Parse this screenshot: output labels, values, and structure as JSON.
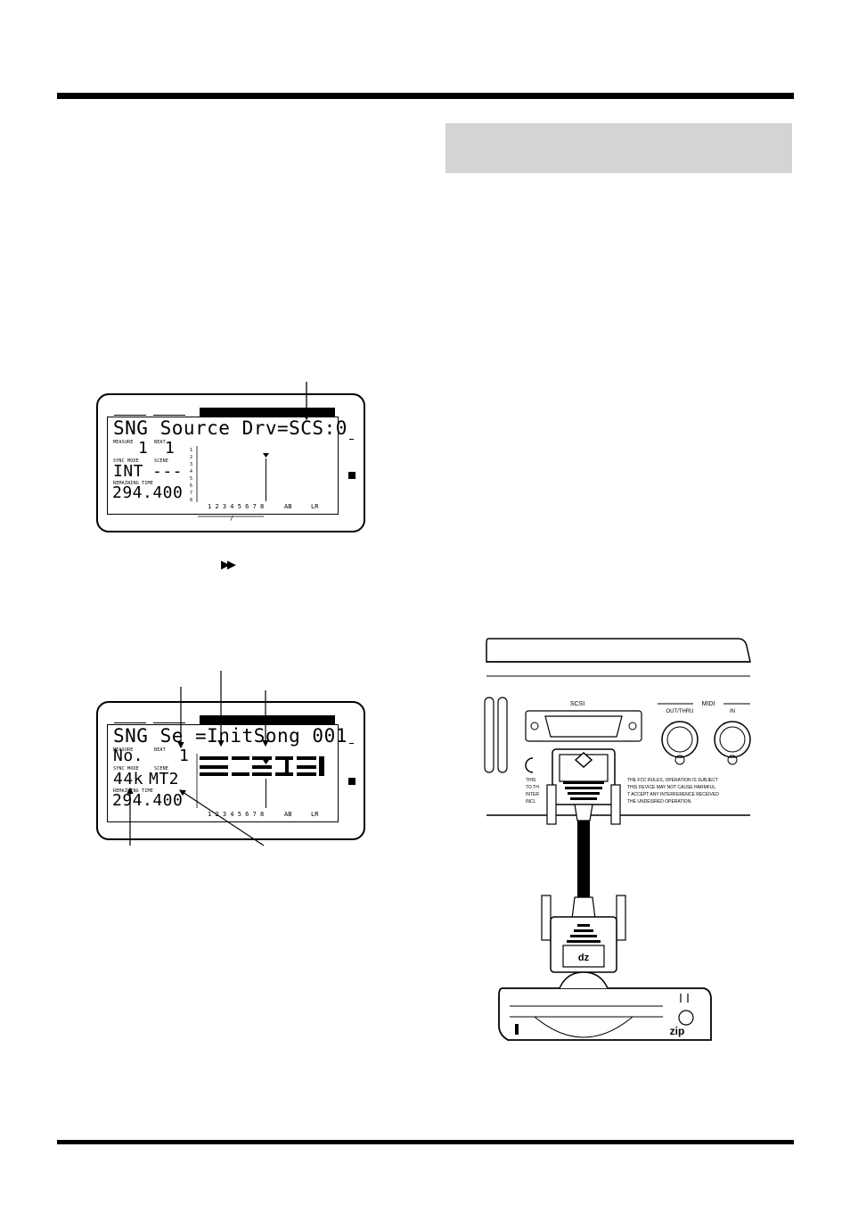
{
  "lcd1": {
    "line1": "SNG Source Drv=SCS:0",
    "measure_label": "MEASURE",
    "beat_label": "BEAT",
    "measure_value": "1",
    "beat_value": "1",
    "sync_mode_label": "SYNC MODE",
    "scene_label": "SCENE",
    "sync_mode_value": "INT",
    "scene_value": "---",
    "remaining_time_label": "REMAINING TIME",
    "remaining_time_value": "294.400",
    "track_numbers": "1 2 3 4 5 6 7 8",
    "ab_label": "AB",
    "lr_label": "LR",
    "slash": "/"
  },
  "lcd2": {
    "line1": "SNG Se =InitSong 001",
    "measure_label": "MEASURE",
    "beat_label": "BEAT",
    "line2_left": "No.",
    "line2_value": "1",
    "sync_mode_label": "SYNC MODE",
    "scene_label": "SCENE",
    "sample_rate": "44k",
    "record_mode": "MT2",
    "remaining_time_label": "REMAINING TIME",
    "remaining_time_value": "294.400",
    "track_numbers": "1 2 3 4 5 6 7 8",
    "ab_label": "AB",
    "lr_label": "LR"
  },
  "ff_icon": "fast-forward-icon",
  "rear_panel": {
    "scsi_label": "SCSI",
    "midi_label": "MIDI",
    "out_thru_label": "OUT/THRU",
    "in_label": "IN",
    "fcc_text_left": [
      "THIS",
      "TO TH",
      "INTER",
      "INCL"
    ],
    "fcc_text_right": [
      "THE FCC RULES, OPERATION IS SUBJECT",
      "THIS DEVICE MAY NOT CAUSE HARMFUL",
      "T ACCEPT ANY INTERFERENCE RECEIVED",
      "THE UNDESIRED OPERATION."
    ]
  },
  "zip_drive": {
    "label": "zip",
    "connector_logo": "dz"
  }
}
